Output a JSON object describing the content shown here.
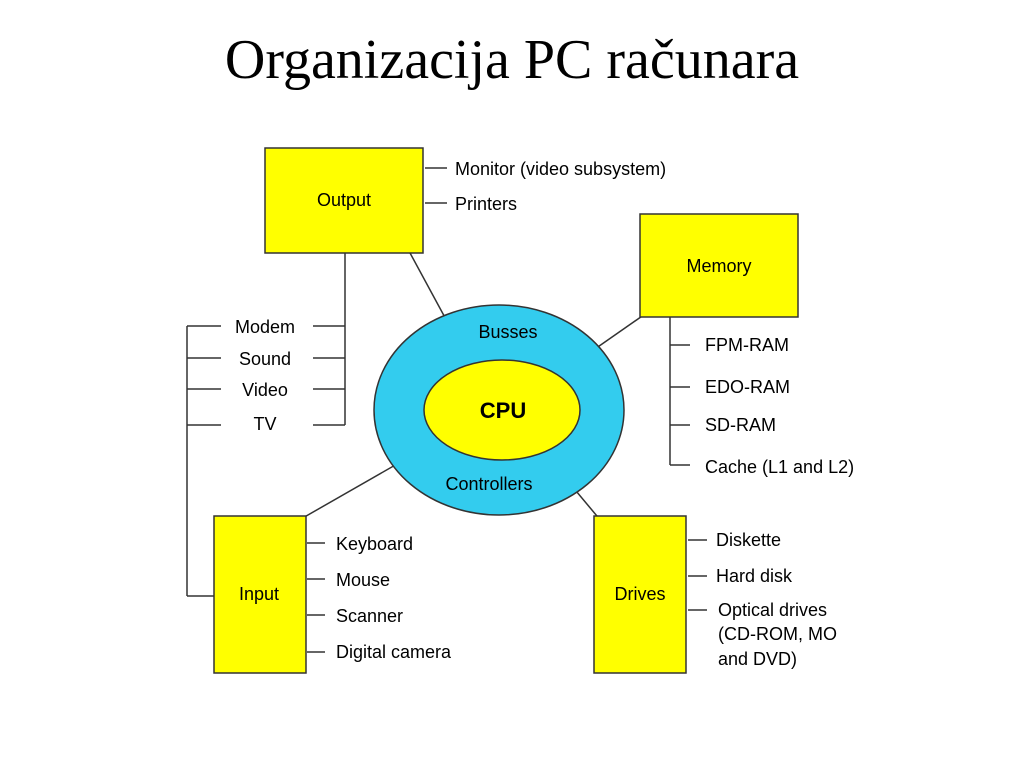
{
  "title": "Organizacija PC računara",
  "colors": {
    "box_fill": "#ffff00",
    "ring_fill": "#33ccee",
    "core_fill": "#ffff00",
    "line": "#333333"
  },
  "center": {
    "cpu": "CPU",
    "busses": "Busses",
    "controllers": "Controllers"
  },
  "output": {
    "label": "Output",
    "items": [
      "Monitor (video subsystem)",
      "Printers"
    ],
    "sub_items": [
      "Modem",
      "Sound",
      "Video",
      "TV"
    ]
  },
  "memory": {
    "label": "Memory",
    "items": [
      "FPM-RAM",
      "EDO-RAM",
      "SD-RAM",
      "Cache (L1 and L2)"
    ]
  },
  "input": {
    "label": "Input",
    "items": [
      "Keyboard",
      "Mouse",
      "Scanner",
      "Digital camera"
    ]
  },
  "drives": {
    "label": "Drives",
    "items": [
      "Diskette",
      "Hard disk",
      "Optical drives",
      "(CD-ROM, MO",
      "and DVD)"
    ]
  }
}
